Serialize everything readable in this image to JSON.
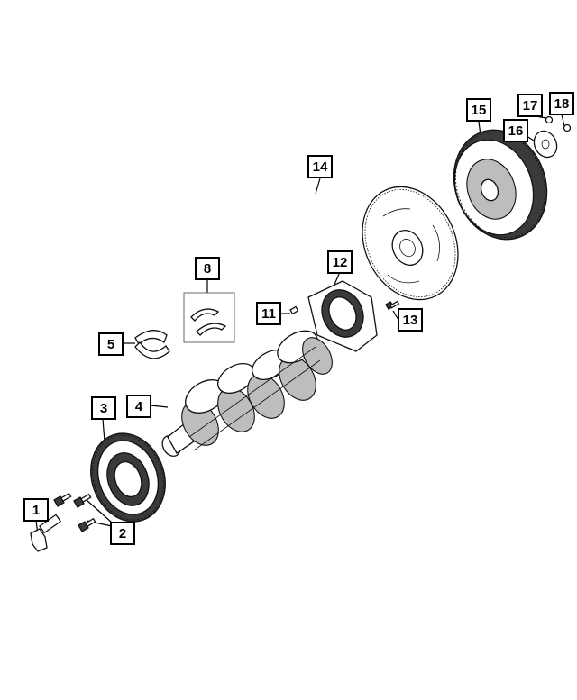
{
  "callouts": [
    {
      "id": "c1",
      "label": "1"
    },
    {
      "id": "c2",
      "label": "2"
    },
    {
      "id": "c3",
      "label": "3"
    },
    {
      "id": "c4",
      "label": "4"
    },
    {
      "id": "c5",
      "label": "5"
    },
    {
      "id": "c8",
      "label": "8"
    },
    {
      "id": "c11",
      "label": "11"
    },
    {
      "id": "c12",
      "label": "12"
    },
    {
      "id": "c13",
      "label": "13"
    },
    {
      "id": "c14",
      "label": "14"
    },
    {
      "id": "c15",
      "label": "15"
    },
    {
      "id": "c16",
      "label": "16"
    },
    {
      "id": "c17",
      "label": "17"
    },
    {
      "id": "c18",
      "label": "18"
    }
  ]
}
